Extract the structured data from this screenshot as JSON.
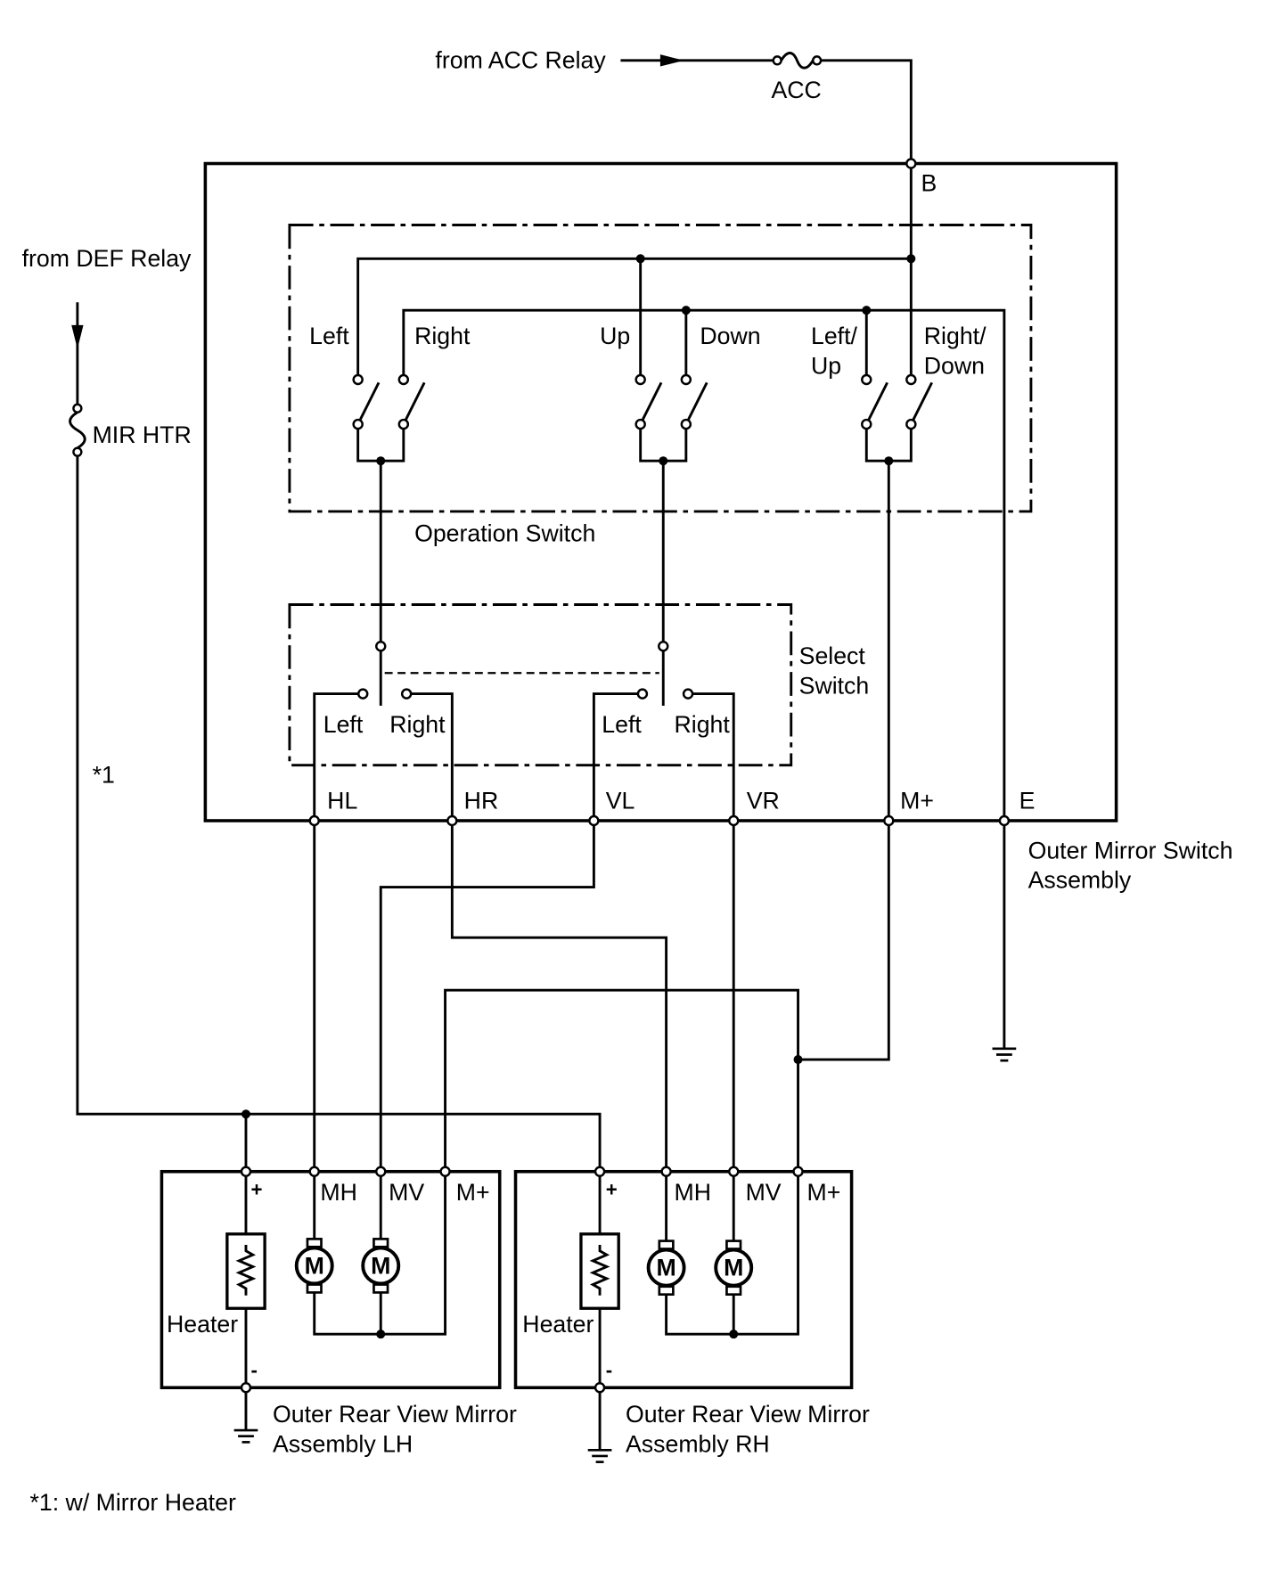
{
  "colors": {
    "wire": "#000000",
    "background": "#ffffff"
  },
  "sources": {
    "acc_relay": "from ACC Relay",
    "def_relay": "from DEF Relay"
  },
  "fuses": {
    "acc": "ACC",
    "mir_htr": "MIR HTR"
  },
  "note_marker": "*1",
  "footnote": "*1: w/ Mirror Heater",
  "switch_assembly": {
    "name": [
      "Outer Mirror Switch",
      "Assembly"
    ],
    "power_terminal": "B",
    "terminals": [
      "HL",
      "HR",
      "VL",
      "VR",
      "M+",
      "E"
    ],
    "operation_switch": {
      "label": "Operation Switch",
      "contacts": {
        "left": "Left",
        "right": "Right",
        "up": "Up",
        "down": "Down",
        "left_up": [
          "Left/",
          "Up"
        ],
        "right_down": [
          "Right/",
          "Down"
        ]
      }
    },
    "select_switch": {
      "label": [
        "Select",
        "Switch"
      ],
      "contacts": [
        "Left",
        "Right",
        "Left",
        "Right"
      ]
    }
  },
  "mirrors": [
    {
      "name": [
        "Outer Rear View Mirror",
        "Assembly LH"
      ],
      "terminals": [
        "+",
        "MH",
        "MV",
        "M+"
      ],
      "ground_terminal": "-",
      "heater_label": "Heater",
      "motor_symbol": "M"
    },
    {
      "name": [
        "Outer Rear View Mirror",
        "Assembly RH"
      ],
      "terminals": [
        "+",
        "MH",
        "MV",
        "M+"
      ],
      "ground_terminal": "-",
      "heater_label": "Heater",
      "motor_symbol": "M"
    }
  ]
}
